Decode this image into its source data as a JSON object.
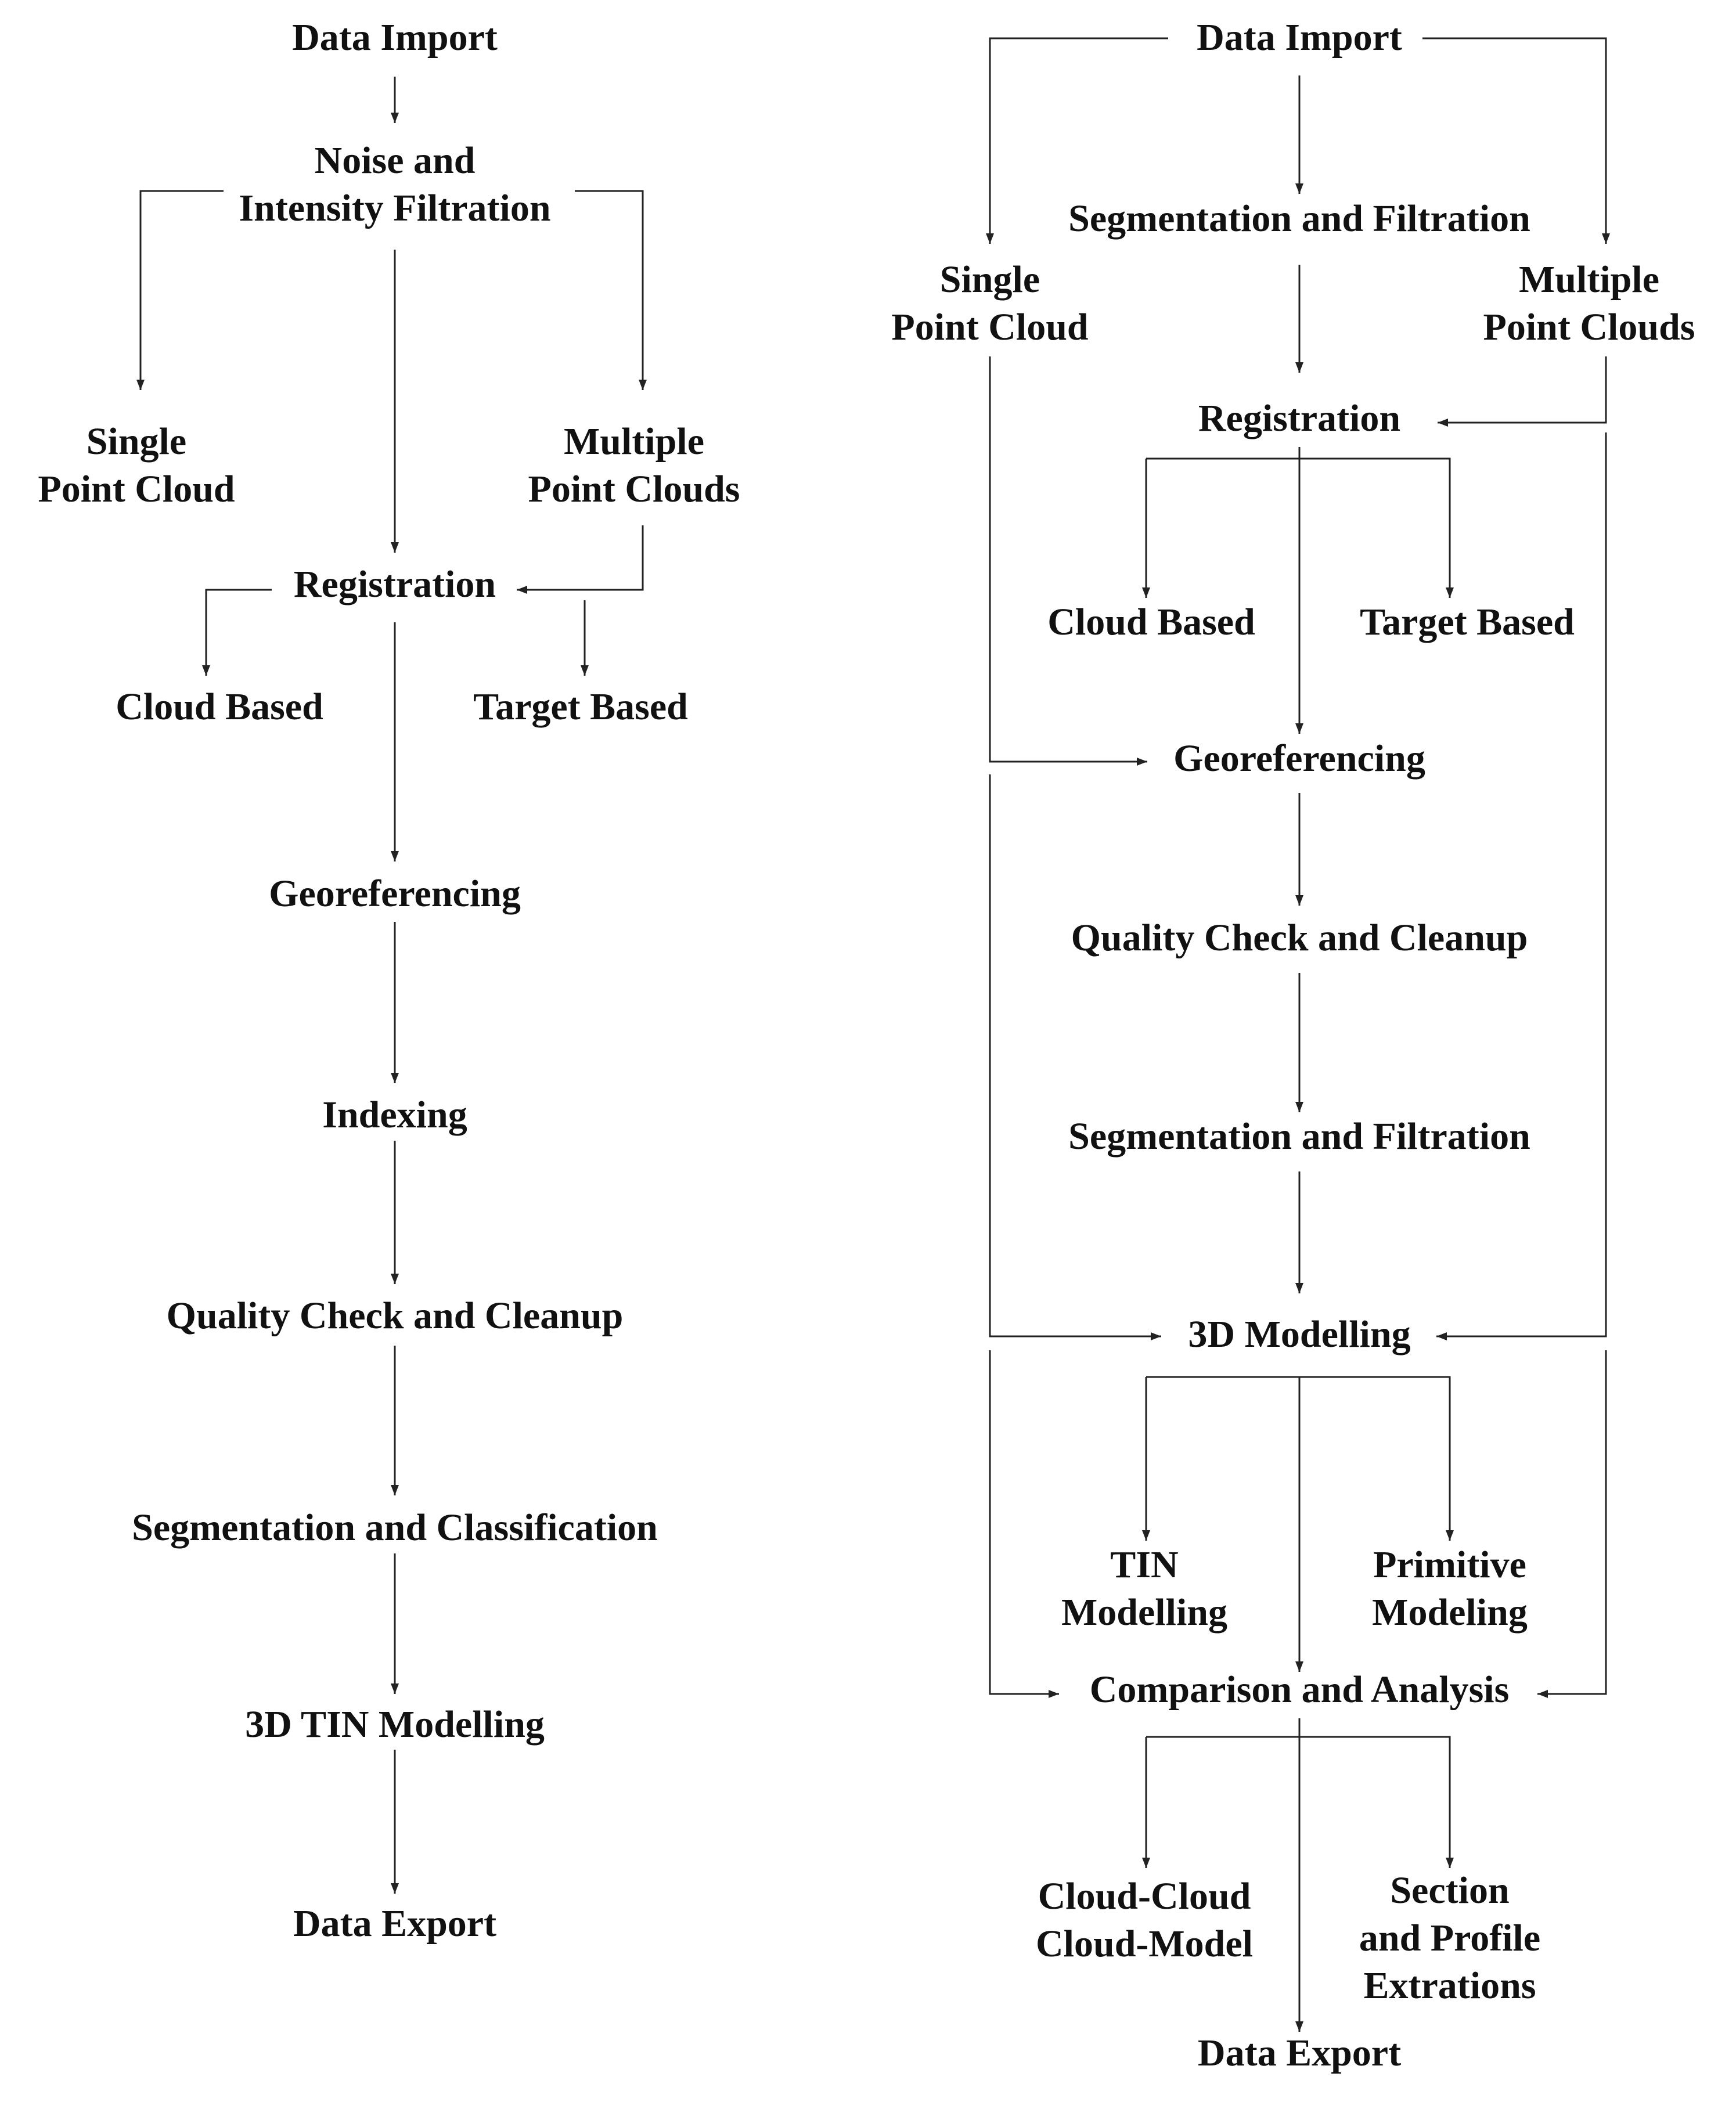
{
  "left_flow": {
    "data_import": "Data Import",
    "noise_filtration": [
      "Noise and",
      "Intensity Filtration"
    ],
    "single_point_cloud": [
      "Single",
      "Point Cloud"
    ],
    "multiple_point_clouds": [
      "Multiple",
      "Point Clouds"
    ],
    "registration": "Registration",
    "cloud_based": "Cloud Based",
    "target_based": "Target Based",
    "georeferencing": "Georeferencing",
    "indexing": "Indexing",
    "quality_check": "Quality Check and Cleanup",
    "segmentation_classification": "Segmentation and Classification",
    "tin_modelling": "3D TIN Modelling",
    "data_export": "Data Export"
  },
  "right_flow": {
    "data_import": "Data Import",
    "segmentation_filtration_1": "Segmentation and Filtration",
    "single_point_cloud": [
      "Single",
      "Point Cloud"
    ],
    "multiple_point_clouds": [
      "Multiple",
      "Point Clouds"
    ],
    "registration": "Registration",
    "cloud_based": "Cloud Based",
    "target_based": "Target Based",
    "georeferencing": "Georeferencing",
    "quality_check": "Quality Check and Cleanup",
    "segmentation_filtration_2": "Segmentation and Filtration",
    "modelling_3d": "3D Modelling",
    "tin_modelling": [
      "TIN",
      "Modelling"
    ],
    "primitive_modeling": [
      "Primitive",
      "Modeling"
    ],
    "comparison_analysis": "Comparison and Analysis",
    "cloud_comparison": [
      "Cloud-Cloud",
      "Cloud-Model"
    ],
    "section_profile": [
      "Section",
      "and Profile",
      "Extrations"
    ],
    "data_export": "Data Export"
  }
}
